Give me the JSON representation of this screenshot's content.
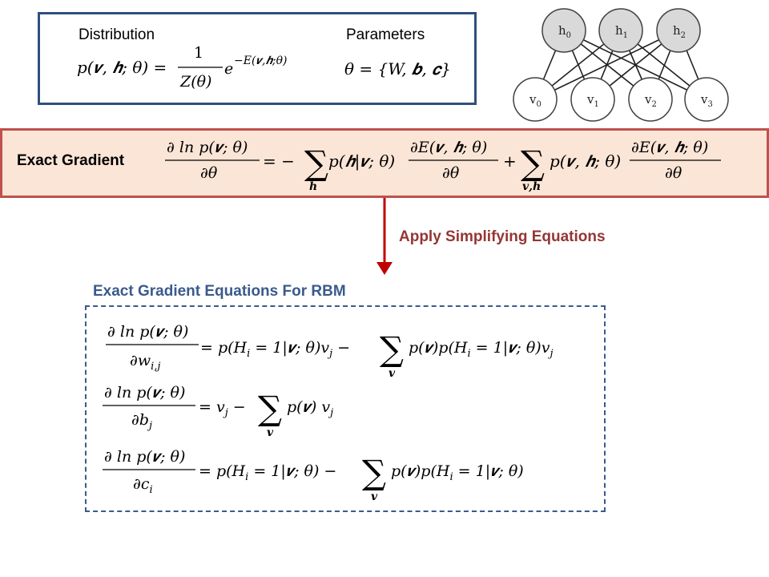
{
  "top_box": {
    "distribution_label": "Distribution",
    "parameters_label": "Parameters",
    "distribution_formula": {
      "lhs": "p(𝒗, 𝒉; θ) =",
      "numerator": "1",
      "denominator": "Z(θ)",
      "exp": "e",
      "exponent": "−E(𝒗,𝒉;θ)"
    },
    "parameters_formula": "θ = {W, 𝒃, 𝒄}"
  },
  "network": {
    "hidden_units": [
      "h0",
      "h1",
      "h2"
    ],
    "visible_units": [
      "v0",
      "v1",
      "v2",
      "v3"
    ]
  },
  "exact_gradient": {
    "label": "Exact Gradient",
    "lhs_num": "∂ ln p(𝒗; θ)",
    "lhs_den": "∂θ",
    "eq_minus": "= −",
    "sum1_sub": "𝒉",
    "term1": "p(𝒉|𝒗; θ)",
    "frac1_num": "∂E(𝒗, 𝒉; θ)",
    "frac1_den": "∂θ",
    "plus": "+",
    "sum2_sub": "𝒗,𝒉",
    "term2": "p(𝒗, 𝒉; θ)",
    "frac2_num": "∂E(𝒗, 𝒉; θ)",
    "frac2_den": "∂θ"
  },
  "arrow_label": "Apply Simplifying Equations",
  "rbm": {
    "title": "Exact Gradient Equations For RBM",
    "eq1": {
      "num": "∂ ln p(𝒗; θ)",
      "den": "∂w",
      "den_sub": "i,j",
      "rhs1": "= p(H",
      "rhs1_sub": "i",
      "rhs2": " = 1|𝒗; θ)v",
      "rhs2_sub": "j",
      "minus": " −",
      "sum_sub": "𝒗",
      "rhs3": "p(𝒗)p(H",
      "rhs3_sub": "i",
      "rhs4": " = 1|𝒗; θ)v",
      "rhs4_sub": "j"
    },
    "eq2": {
      "num": "∂ ln p(𝒗; θ)",
      "den": "∂b",
      "den_sub": "j",
      "rhs1": "= v",
      "rhs1_sub": "j",
      "minus": " −",
      "sum_sub": "𝒗",
      "rhs3": "p(𝒗) v",
      "rhs3_sub": "j"
    },
    "eq3": {
      "num": "∂ ln p(𝒗; θ)",
      "den": "∂c",
      "den_sub": "i",
      "rhs1": "= p(H",
      "rhs1_sub": "i",
      "rhs2": " = 1|𝒗; θ) −",
      "sum_sub": "𝒗",
      "rhs3": "p(𝒗)p(H",
      "rhs3_sub": "i",
      "rhs4": " = 1|𝒗; θ)"
    }
  },
  "colors": {
    "top_border": "#2f4f80",
    "exact_fill": "#fbe5d6",
    "exact_border": "#c0504d",
    "arrow": "#c00000",
    "arrow_label": "#943634",
    "rbm_title": "#3a5a8c",
    "node_fill": "#d9d9d9",
    "node_stroke": "#404040"
  }
}
